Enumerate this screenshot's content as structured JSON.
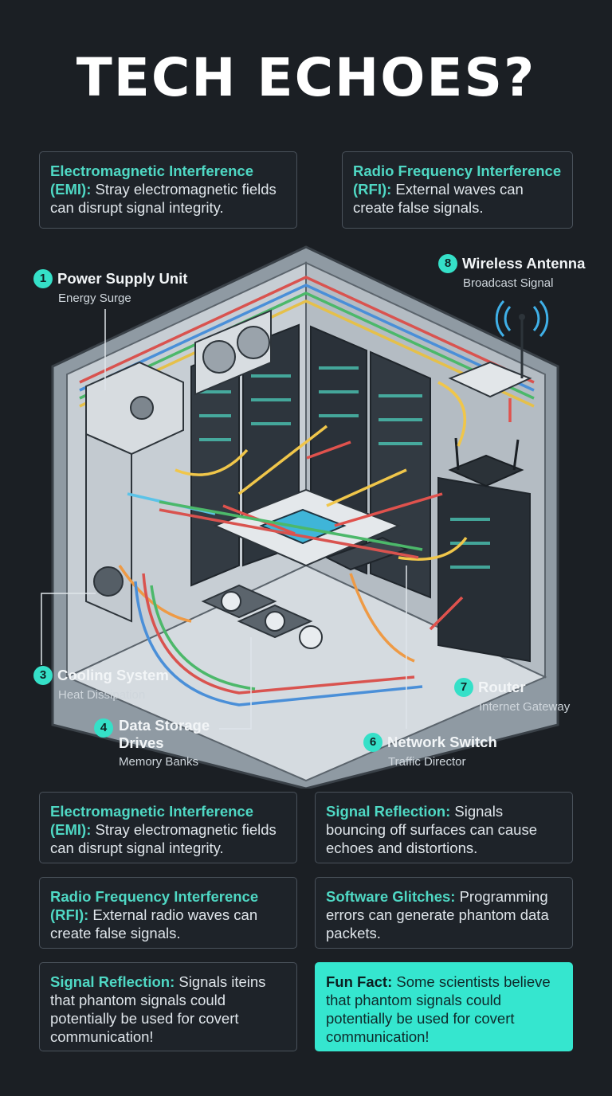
{
  "title": "TECH ECHOES?",
  "top_cards": [
    {
      "heading": "Electromagnetic Interference (EMI):",
      "body": " Stray electromagnetic fields can disrupt signal integrity."
    },
    {
      "heading": "Radio Frequency Interference (RFI):",
      "body": " External waves can create false signals."
    }
  ],
  "components": [
    {
      "number": "1",
      "name": "Power Supply Unit",
      "subtitle": "Energy Surge"
    },
    {
      "number": "8",
      "name": "Wireless Antenna",
      "subtitle": "Broadcast Signal"
    },
    {
      "number": "3",
      "name": "Cooling System",
      "subtitle": "Heat Dissipation"
    },
    {
      "number": "7",
      "name": "Router",
      "subtitle": "Internet Gateway"
    },
    {
      "number": "4",
      "name": "Data Storage Drives",
      "subtitle": "Memory Banks"
    },
    {
      "number": "6",
      "name": "Network Switch",
      "subtitle": "Traffic Director"
    }
  ],
  "bottom_cards": [
    {
      "heading": "Electromagnetic Interference (EMI):",
      "body": " Stray electromagnetic fields can disrupt signal integrity."
    },
    {
      "heading": "Signal Reflection:",
      "body": " Signals bouncing off surfaces can cause echoes and distortions."
    },
    {
      "heading": "Radio Frequency Interference (RFI):",
      "body": " External radio waves can create false signals."
    },
    {
      "heading": "Software Glitches:",
      "body": " Programming errors can generate phantom data packets."
    },
    {
      "heading": "Signal Reflection:",
      "body": " Signals iteins that  phantom signals could potentially be used for covert communication!"
    },
    {
      "heading": "Fun Fact:",
      "body": " Some scientists believe that phantom signals could potentially be used for covert communication!"
    }
  ],
  "colors": {
    "accent": "#35e0c8",
    "background": "#1b1f24",
    "card_border": "#4a525b",
    "fun_fact_bg": "#35e6cf"
  },
  "icons": [
    "wifi-signal-icon",
    "chip-icon"
  ]
}
